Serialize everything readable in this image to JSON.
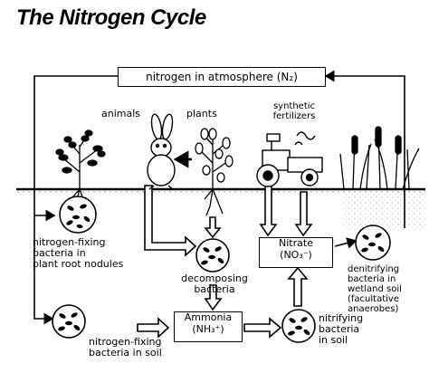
{
  "title": "The Nitrogen Cycle",
  "atmosphere_box": "nitrogen in atmosphere (N₂)",
  "labels": {
    "animals": "animals",
    "plants": "plants",
    "fertilizers_line1": "synthetic",
    "fertilizers_line2": "fertilizers",
    "root_nodules": [
      "nitrogen-fixing",
      "bacteria in",
      "plant root nodules"
    ],
    "decomposing": [
      "decomposing",
      "bacteria"
    ],
    "nitrate_box": [
      "Nitrate",
      "(NO₃⁻)"
    ],
    "denitrifying": [
      "denitrifying",
      "bacteria in",
      "wetland soil",
      "(facultative",
      "anaerobes)"
    ],
    "soil_fixing": [
      "nitrogen-fixing",
      "bacteria in soil"
    ],
    "ammonia_box": [
      "Ammonia",
      "(NH₃⁺)"
    ],
    "nitrifying": [
      "nitrifying",
      "bacteria",
      "in soil"
    ]
  }
}
